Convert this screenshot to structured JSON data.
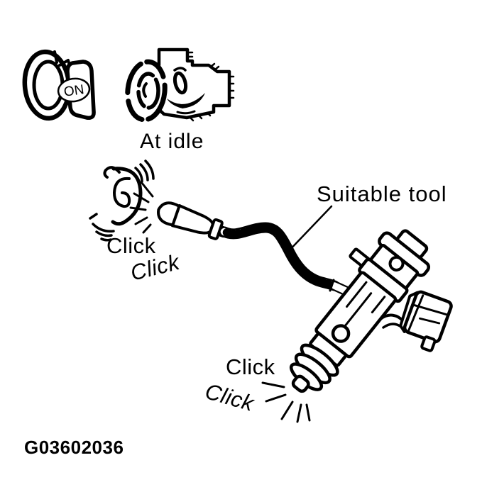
{
  "page": {
    "background_color": "#ffffff",
    "line_color": "#000000"
  },
  "figure": {
    "figure_id": "G03602036",
    "key_switch": {
      "position_label": "ON"
    },
    "annotations": {
      "at_idle": "At idle",
      "suitable_tool": "Suitable tool",
      "click_upper_1": "Click",
      "click_upper_2": "Click",
      "click_lower_1": "Click",
      "click_lower_2": "Click"
    },
    "icons": [
      "ignition-key-on-icon",
      "engine-running-icon",
      "ear-listening-icon",
      "sounding-probe-tool-icon",
      "fuel-injector-icon",
      "injector-connector-icon"
    ]
  }
}
